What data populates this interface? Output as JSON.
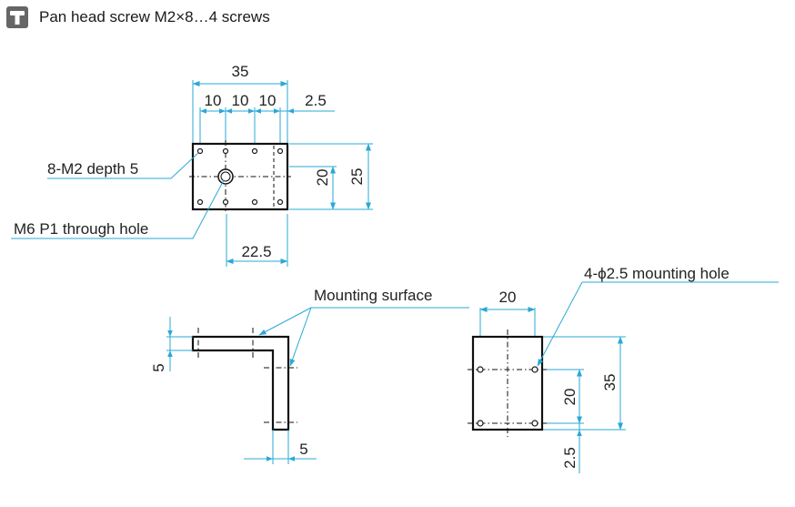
{
  "header": {
    "icon": "screw-icon",
    "text": "Pan head screw M2×8…4 screws"
  },
  "top_view": {
    "dims": {
      "overall_width": "35",
      "pitch_1": "10",
      "pitch_2": "10",
      "pitch_3": "10",
      "edge_offset": "2.5",
      "inner_height": "20",
      "overall_height": "25",
      "hole_offset": "22.5"
    },
    "callouts": {
      "tapped_holes": "8-M2 depth 5",
      "through_hole": "M6 P1 through hole"
    }
  },
  "side_view": {
    "callout": "Mounting surface",
    "dims": {
      "vertical_thickness": "5",
      "horizontal_thickness": "5"
    }
  },
  "front_view": {
    "callout": "4-ϕ2.5 mounting hole",
    "dims": {
      "width": "20",
      "hole_spacing": "20",
      "height": "35",
      "bottom_offset": "2.5"
    }
  },
  "colors": {
    "dimension_line": "#2aa8d6",
    "outline": "#111111",
    "icon_bg": "#666666"
  }
}
